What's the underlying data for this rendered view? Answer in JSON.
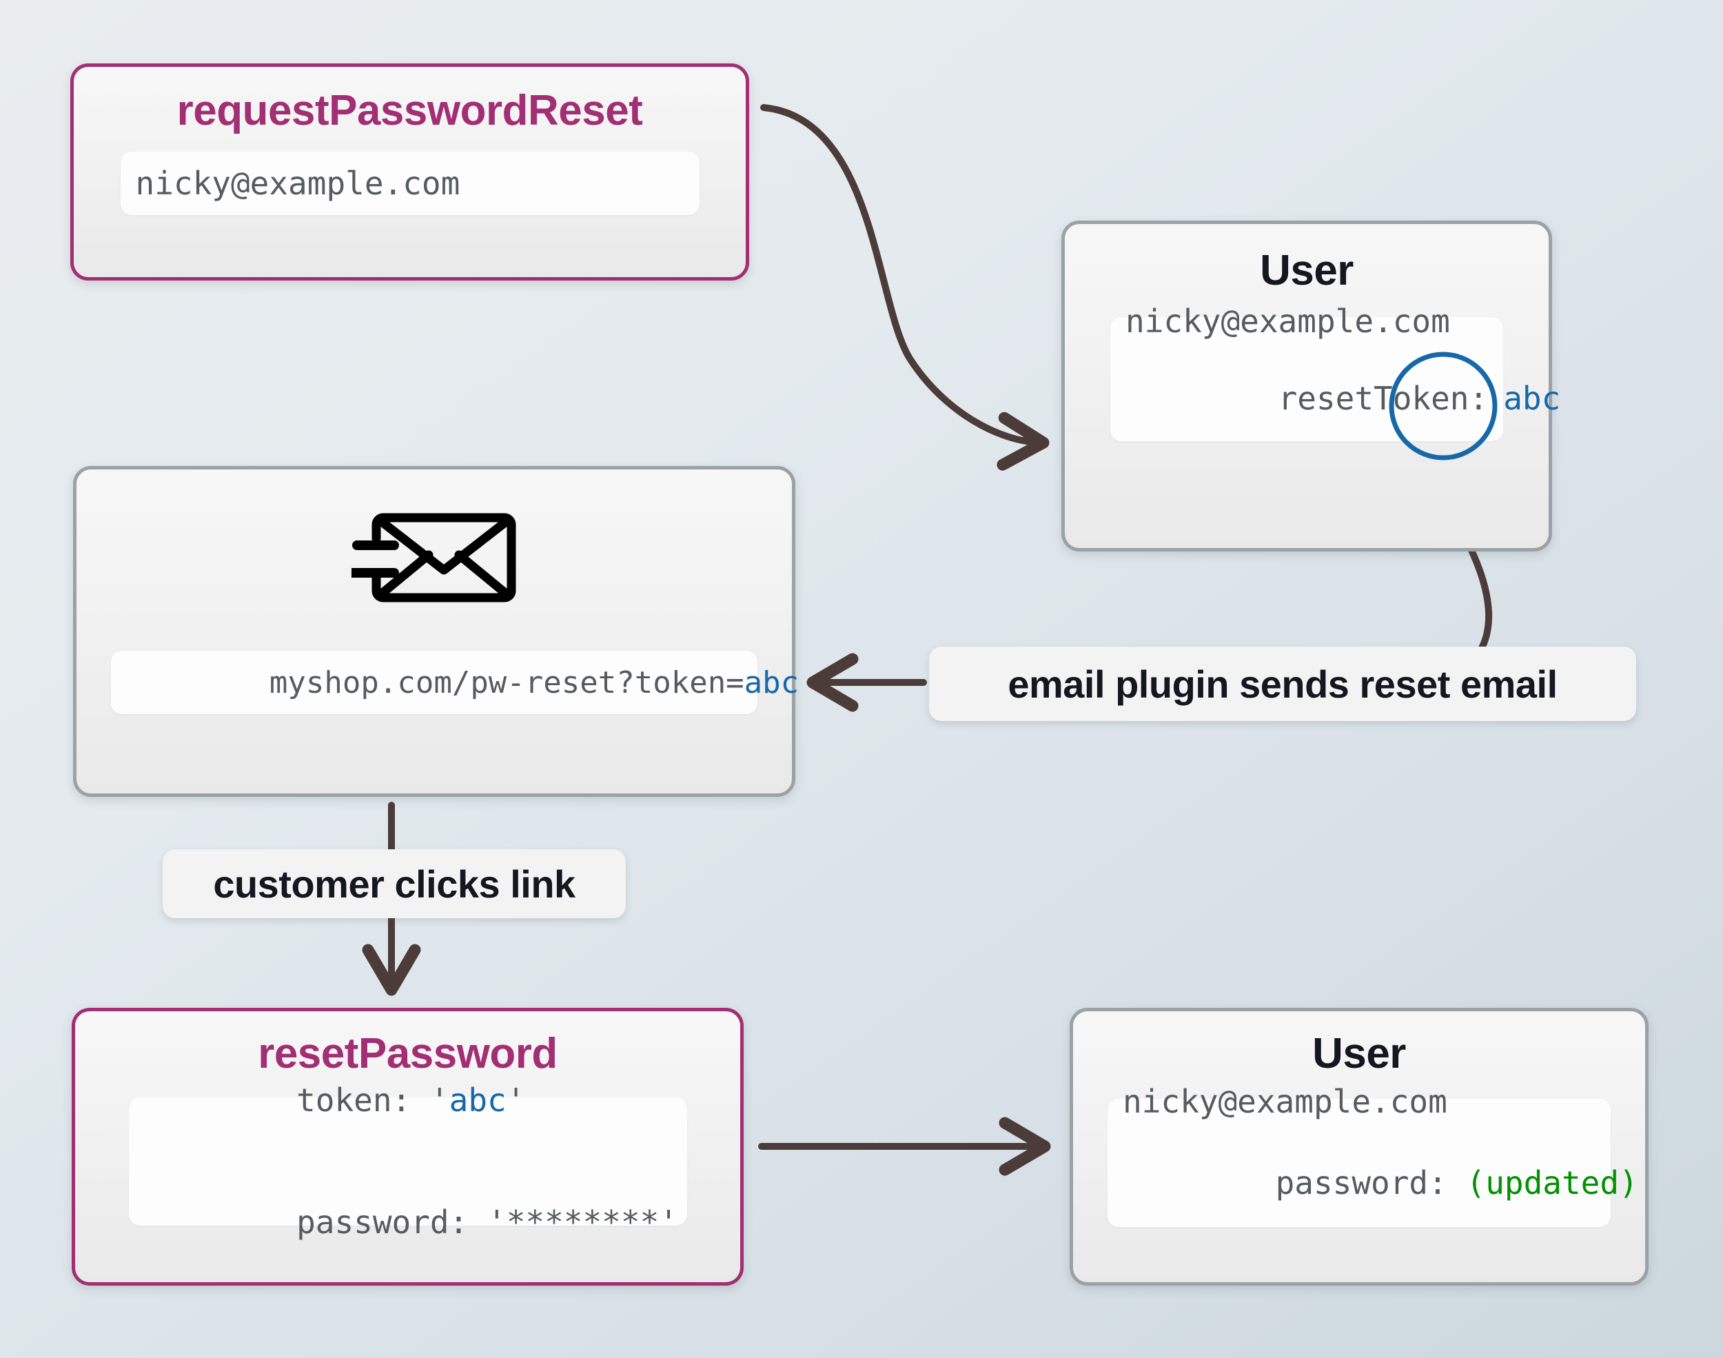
{
  "theme": {
    "accent_color": "#a22e73",
    "neutral_border": "#9ba2a6",
    "edge_color": "#4b3c3a",
    "token_blue": "#1668a8",
    "updated_green": "#029102",
    "bg_from": "#e9edf0",
    "bg_to": "#ccd7de"
  },
  "nodes": {
    "request_password_reset": {
      "title": "requestPasswordReset",
      "field": {
        "email": "nicky@example.com"
      }
    },
    "user_top": {
      "title": "User",
      "field": {
        "email": "nicky@example.com",
        "token_label": "resetToken:",
        "token_value": "abc"
      }
    },
    "email_message": {
      "icon": "envelope-send-icon",
      "field": {
        "url_prefix": "myshop.com/pw-reset?token=",
        "url_token": "abc"
      }
    },
    "reset_password": {
      "title": "resetPassword",
      "field": {
        "token_label": "token: ",
        "token_open_quote": "'",
        "token_value": "abc",
        "token_close_quote": "'",
        "password_label": "password: ",
        "password_value": "'********'"
      }
    },
    "user_bottom": {
      "title": "User",
      "field": {
        "email": "nicky@example.com",
        "password_label": "password: ",
        "password_value": "(updated)"
      }
    }
  },
  "edges": {
    "plugin_label": "email plugin sends reset email",
    "clicks_label": "customer clicks link"
  }
}
